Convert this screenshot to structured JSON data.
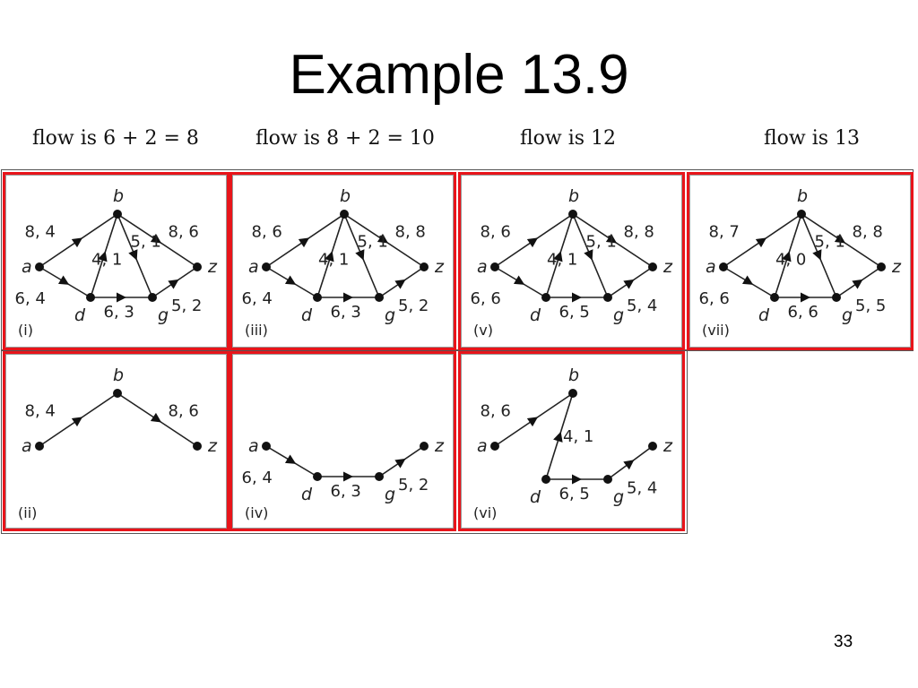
{
  "slide": {
    "title": "Example 13.9",
    "page_number": "33"
  },
  "flow_labels": [
    {
      "prefix": "flow is ",
      "value": "6 + 2 = 8"
    },
    {
      "prefix": "flow is ",
      "value": "8 + 2 = 10"
    },
    {
      "prefix": "flow is ",
      "value": "12"
    },
    {
      "prefix": "flow is ",
      "value": "13"
    }
  ],
  "node_names": {
    "a": "a",
    "b": "b",
    "d": "d",
    "g": "g",
    "z": "z"
  },
  "panels": [
    {
      "label": "(i)",
      "edges": [
        {
          "from": "a",
          "to": "b",
          "text": "8, 4"
        },
        {
          "from": "b",
          "to": "z",
          "text": "8, 6"
        },
        {
          "from": "a",
          "to": "d",
          "text": "6, 4"
        },
        {
          "from": "d",
          "to": "g",
          "text": "6, 3"
        },
        {
          "from": "g",
          "to": "z",
          "text": "5, 2"
        },
        {
          "from": "d",
          "to": "b",
          "text": "4, 1"
        },
        {
          "from": "b",
          "to": "g",
          "text": "5, 1"
        }
      ]
    },
    {
      "label": "(iii)",
      "edges": [
        {
          "from": "a",
          "to": "b",
          "text": "8, 6"
        },
        {
          "from": "b",
          "to": "z",
          "text": "8, 8"
        },
        {
          "from": "a",
          "to": "d",
          "text": "6, 4"
        },
        {
          "from": "d",
          "to": "g",
          "text": "6, 3"
        },
        {
          "from": "g",
          "to": "z",
          "text": "5, 2"
        },
        {
          "from": "d",
          "to": "b",
          "text": "4, 1"
        },
        {
          "from": "b",
          "to": "g",
          "text": "5, 1"
        }
      ]
    },
    {
      "label": "(v)",
      "edges": [
        {
          "from": "a",
          "to": "b",
          "text": "8, 6"
        },
        {
          "from": "b",
          "to": "z",
          "text": "8, 8"
        },
        {
          "from": "a",
          "to": "d",
          "text": "6, 6"
        },
        {
          "from": "d",
          "to": "g",
          "text": "6, 5"
        },
        {
          "from": "g",
          "to": "z",
          "text": "5, 4"
        },
        {
          "from": "d",
          "to": "b",
          "text": "4, 1"
        },
        {
          "from": "b",
          "to": "g",
          "text": "5, 1"
        }
      ]
    },
    {
      "label": "(vii)",
      "edges": [
        {
          "from": "a",
          "to": "b",
          "text": "8, 7"
        },
        {
          "from": "b",
          "to": "z",
          "text": "8, 8"
        },
        {
          "from": "a",
          "to": "d",
          "text": "6, 6"
        },
        {
          "from": "d",
          "to": "g",
          "text": "6, 6"
        },
        {
          "from": "g",
          "to": "z",
          "text": "5, 5"
        },
        {
          "from": "d",
          "to": "b",
          "text": "4, 0"
        },
        {
          "from": "b",
          "to": "g",
          "text": "5, 1"
        }
      ]
    },
    {
      "label": "(ii)",
      "edges": [
        {
          "from": "a",
          "to": "b",
          "text": "8, 4"
        },
        {
          "from": "b",
          "to": "z",
          "text": "8, 6"
        }
      ]
    },
    {
      "label": "(iv)",
      "edges": [
        {
          "from": "a",
          "to": "d",
          "text": "6, 4"
        },
        {
          "from": "d",
          "to": "g",
          "text": "6, 3"
        },
        {
          "from": "g",
          "to": "z",
          "text": "5, 2"
        }
      ]
    },
    {
      "label": "(vi)",
      "edges": [
        {
          "from": "a",
          "to": "b",
          "text": "8, 6"
        },
        {
          "from": "d",
          "to": "b",
          "text": "4, 1"
        },
        {
          "from": "d",
          "to": "g",
          "text": "6, 5"
        },
        {
          "from": "g",
          "to": "z",
          "text": "5, 4"
        }
      ]
    }
  ]
}
